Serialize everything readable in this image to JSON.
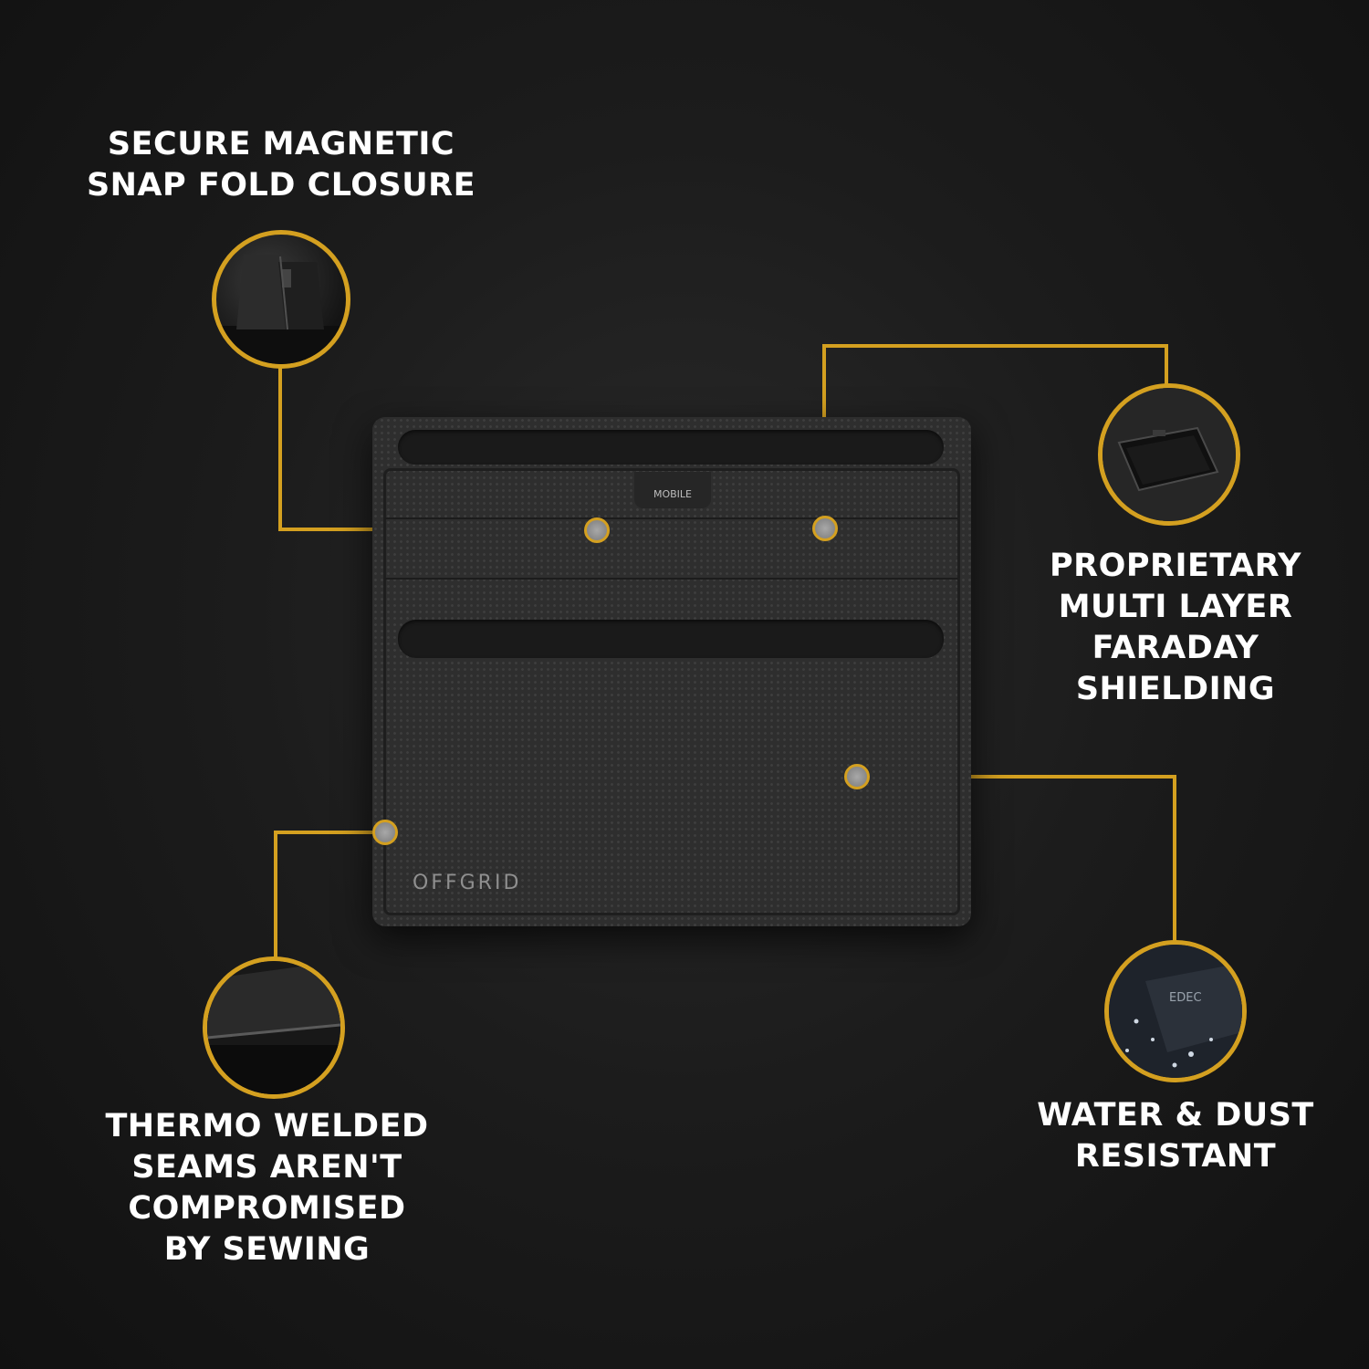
{
  "callouts": {
    "magnetic_closure": {
      "lines": [
        "SECURE MAGNETIC",
        "SNAP FOLD CLOSURE"
      ]
    },
    "faraday_shielding": {
      "lines": [
        "PROPRIETARY",
        "MULTI LAYER",
        "FARADAY",
        "SHIELDING"
      ]
    },
    "thermo_welded": {
      "lines": [
        "THERMO WELDED",
        "SEAMS AREN'T",
        "COMPROMISED",
        "BY SEWING"
      ]
    },
    "water_dust": {
      "lines": [
        "WATER & DUST",
        "RESISTANT"
      ]
    }
  },
  "product": {
    "pocket_label": "MOBILE",
    "brand_logo": "OFFGRID"
  },
  "colors": {
    "accent": "#d4a020",
    "text": "#ffffff",
    "background": "#1c1c1c"
  },
  "icons": [
    "closure-detail-thumb",
    "card-pouch-thumb",
    "welded-seam-thumb",
    "water-drops-thumb"
  ]
}
